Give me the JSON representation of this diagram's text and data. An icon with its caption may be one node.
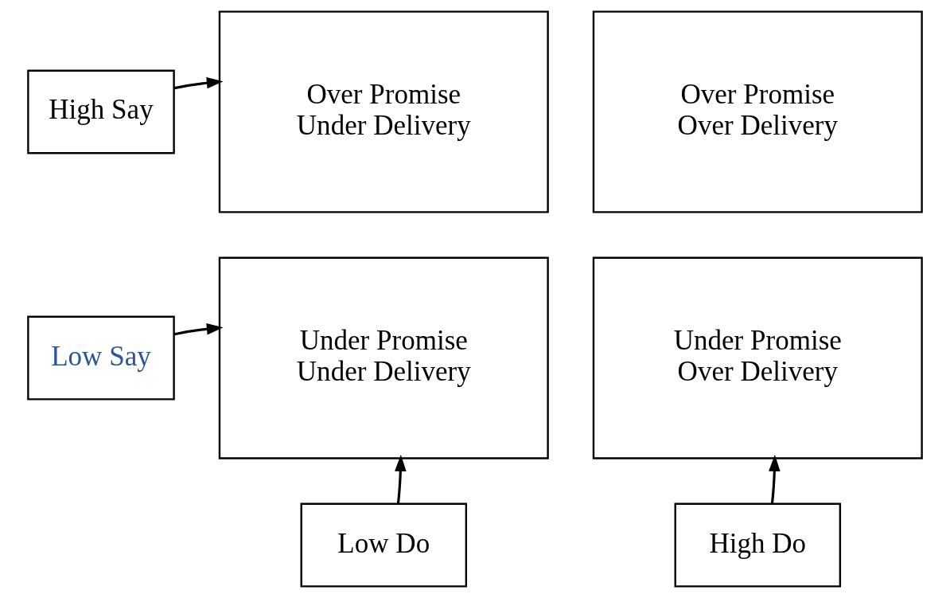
{
  "diagram": {
    "nodes": [
      {
        "text": [
          "High Say"
        ]
      },
      {
        "text": [
          "Over Promise Under Delivery"
        ]
      },
      {
        "text": [
          "Over Promise Over Delivery"
        ]
      },
      {
        "text": [
          "Low Say"
        ]
      },
      {
        "text": [
          "Under Promise Under Delivery"
        ]
      },
      {
        "text": [
          "Under Promise Over Delivery"
        ]
      },
      {
        "text": [
          "Low Do"
        ]
      },
      {
        "text": [
          "High Do"
        ]
      }
    ],
    "edges": [
      {
        "from": 0,
        "to": 1,
        "arrow": "to"
      },
      {
        "from": 3,
        "to": 4,
        "arrow": "to"
      },
      {
        "from": 6,
        "to": 4,
        "arrow": "to"
      },
      {
        "from": 7,
        "to": 5,
        "arrow": "to"
      }
    ]
  }
}
